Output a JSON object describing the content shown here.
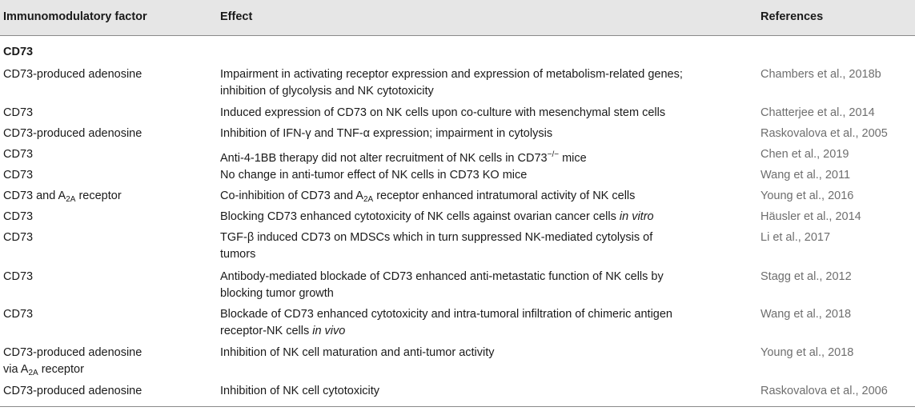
{
  "headers": {
    "factor": "Immunomodulatory factor",
    "effect": "Effect",
    "references": "References"
  },
  "section": "CD73",
  "rows": [
    {
      "factor": "CD73-produced adenosine",
      "effect_l1": "Impairment in activating receptor expression and expression of metabolism-related genes;",
      "effect_l2": "inhibition of glycolysis and NK cytotoxicity",
      "ref": "Chambers et al., 2018b"
    },
    {
      "factor": "CD73",
      "effect": "Induced expression of CD73 on NK cells upon co-culture with mesenchymal stem cells",
      "ref": "Chatterjee et al., 2014"
    },
    {
      "factor": "CD73-produced adenosine",
      "effect": "Inhibition of IFN-γ and TNF-α expression; impairment in cytolysis",
      "ref": "Raskovalova et al., 2005"
    },
    {
      "factor": "CD73",
      "effect_a": "Anti-4-1BB therapy did not alter recruitment of NK cells in CD73",
      "effect_sup": "−/−",
      "effect_b": " mice",
      "ref": "Chen et al., 2019"
    },
    {
      "factor": "CD73",
      "effect": "No change in anti-tumor effect of NK cells in CD73 KO mice",
      "ref": "Wang et al., 2011"
    },
    {
      "factor_a": "CD73 and A",
      "factor_sub": "2A",
      "factor_b": " receptor",
      "effect_a": "Co-inhibition of CD73 and A",
      "effect_sub": "2A",
      "effect_b": " receptor enhanced intratumoral activity of NK cells",
      "ref": "Young et al., 2016"
    },
    {
      "factor": "CD73",
      "effect_a": "Blocking CD73 enhanced cytotoxicity of NK cells against ovarian cancer cells ",
      "effect_i": "in vitro",
      "ref": "Häusler et al., 2014"
    },
    {
      "factor": "CD73",
      "effect_l1": "TGF-β induced CD73 on MDSCs which in turn suppressed NK-mediated cytolysis of",
      "effect_l2": "tumors",
      "ref": "Li et al., 2017"
    },
    {
      "factor": "CD73",
      "effect_l1": "Antibody-mediated blockade of CD73 enhanced anti-metastatic function of NK cells by",
      "effect_l2": "blocking tumor growth",
      "ref": "Stagg et al., 2012"
    },
    {
      "factor": "CD73",
      "effect_l1": "Blockade of CD73 enhanced cytotoxicity and intra-tumoral infiltration of chimeric antigen",
      "effect_l2a": "receptor-NK cells ",
      "effect_l2i": "in vivo",
      "ref": "Wang et al., 2018"
    },
    {
      "factor_l1": "CD73-produced adenosine",
      "factor_l2a": "via A",
      "factor_l2sub": "2A",
      "factor_l2b": " receptor",
      "effect": "Inhibition of NK cell maturation and anti-tumor activity",
      "ref": "Young et al., 2018"
    },
    {
      "factor": "CD73-produced adenosine",
      "effect": "Inhibition of NK cell cytotoxicity",
      "ref": "Raskovalova et al., 2006"
    }
  ]
}
